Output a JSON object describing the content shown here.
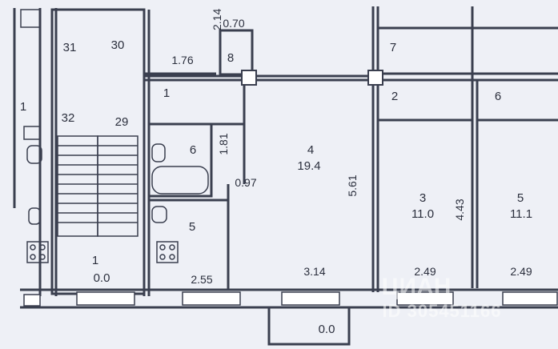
{
  "plan": {
    "rooms": {
      "r1": {
        "number": "1",
        "area": "0.0"
      },
      "r3": {
        "number": "3",
        "area": "11.0"
      },
      "r4": {
        "number": "4",
        "area": "19.4"
      },
      "r5": {
        "number": "5",
        "area": "11.1"
      },
      "r2": {
        "number": "2"
      },
      "r5b": {
        "number": "5"
      },
      "r6": {
        "number": "6"
      },
      "r6b": {
        "number": "6"
      },
      "r7": {
        "number": "7"
      },
      "r8": {
        "number": "8"
      },
      "r1b": {
        "number": "1"
      },
      "r1c": {
        "number": "1"
      },
      "r30": {
        "number": "30"
      },
      "r31": {
        "number": "31"
      },
      "r32": {
        "number": "32"
      },
      "r29": {
        "number": "29"
      }
    },
    "dimensions": {
      "d214": "2.14",
      "d070": "0.70",
      "d176": "1.76",
      "d181": "1.81",
      "d097": "0.97",
      "d561": "5.61",
      "d443": "4.43",
      "d255": "2.55",
      "d314": "3.14",
      "d249a": "2.49",
      "d249b": "2.49"
    },
    "balcony": {
      "area": "0.0"
    }
  },
  "watermark": {
    "brand": "ЦИАН",
    "id": "ID 305451166"
  }
}
